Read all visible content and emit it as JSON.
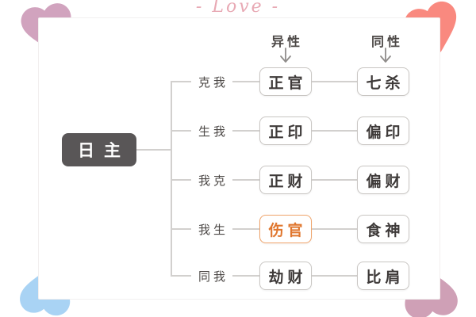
{
  "page": {
    "decorative_title": "- Love -"
  },
  "diagram": {
    "day_master": "日主",
    "column_headers": {
      "opposite": "异性",
      "same": "同性"
    },
    "rows": [
      {
        "relation": "克我",
        "opposite": "正官",
        "same": "七杀"
      },
      {
        "relation": "生我",
        "opposite": "正印",
        "same": "偏印"
      },
      {
        "relation": "我克",
        "opposite": "正财",
        "same": "偏财"
      },
      {
        "relation": "我生",
        "opposite": "伤官",
        "same": "食神",
        "highlighted": "伤官"
      },
      {
        "relation": "同我",
        "opposite": "劫财",
        "same": "比肩"
      }
    ]
  },
  "colors": {
    "highlight_text": "#e0772f",
    "highlight_border": "#f0a46b",
    "day_master_bg": "#595657",
    "line": "#d2d0ce",
    "box_border": "#c9c6c3",
    "text": "#3e3a39",
    "label_text": "#4c4846",
    "love_text": "#e8a9b4",
    "heart_top_left": "#d1a3be",
    "heart_top_right": "#f9897f",
    "heart_bottom_left": "#a9d3f4",
    "heart_bottom_right": "#cfa0b6"
  }
}
